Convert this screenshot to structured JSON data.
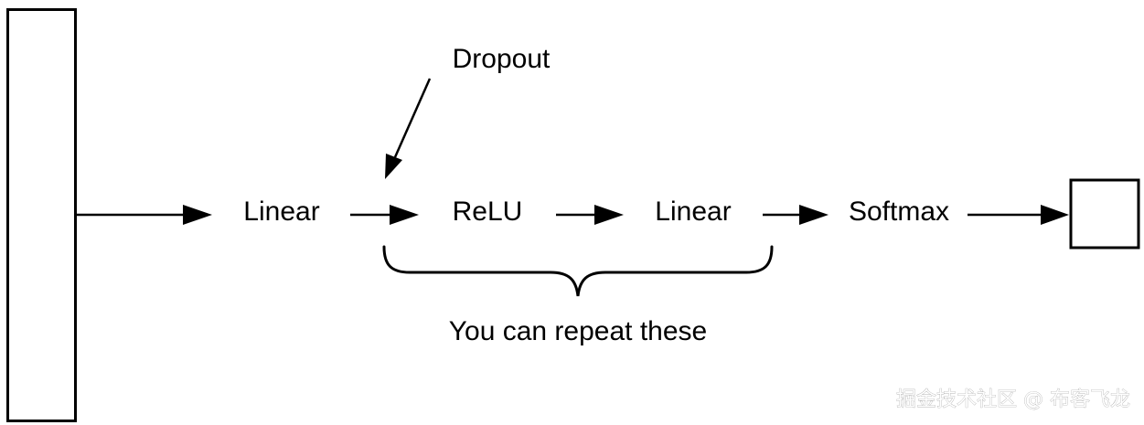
{
  "diagram": {
    "nodes": {
      "linear_1": "Linear",
      "relu": "ReLU",
      "linear_2": "Linear",
      "softmax": "Softmax"
    },
    "annotations": {
      "dropout": "Dropout",
      "repeat_note": "You can repeat these"
    }
  },
  "watermark": "掘金技术社区 @ 布客飞龙"
}
